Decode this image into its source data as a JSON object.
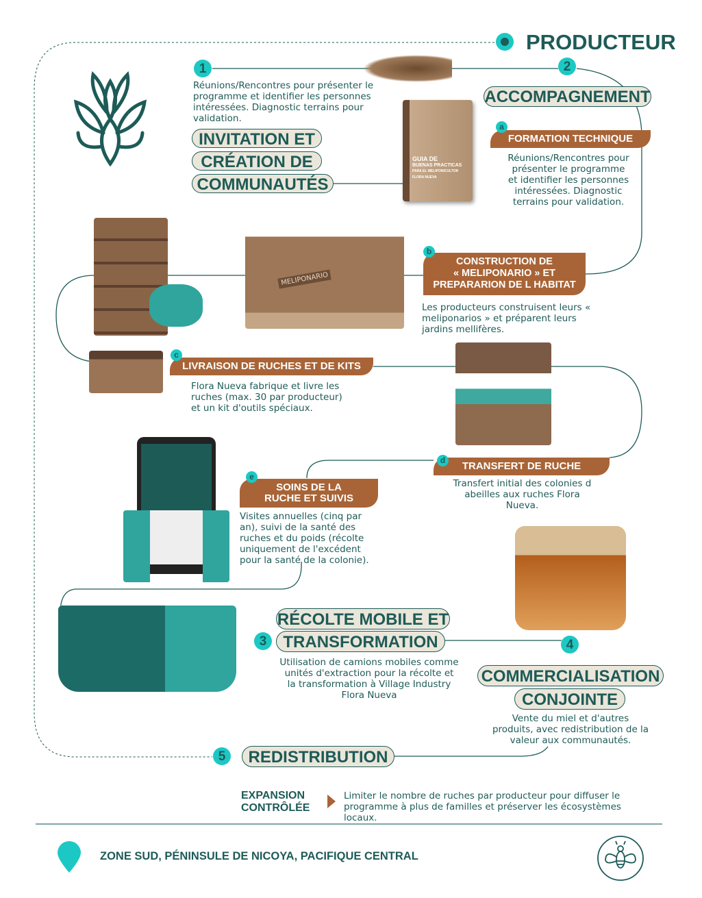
{
  "header": {
    "title": "PRODUCTEUR"
  },
  "steps": [
    {
      "number": "1",
      "title_lines": [
        "INVITATION ET",
        "CRÉATION DE",
        "COMMUNAUTÉS"
      ],
      "description": "Réunions/Rencontres pour présenter le programme et identifier les personnes intéressées. Diagnostic terrains pour validation."
    },
    {
      "number": "2",
      "title_lines": [
        "ACCOMPAGNEMENT"
      ],
      "substeps": [
        {
          "letter": "a",
          "title": "FORMATION TECHNIQUE",
          "description": "Réunions/Rencontres pour présenter le programme et identifier les personnes intéressées. Diagnostic terrains pour validation."
        },
        {
          "letter": "b",
          "title_lines": [
            "CONSTRUCTION DE",
            "« MELIPONARIO » ET",
            "PREPARARION DE L HABITAT"
          ],
          "description": "Les producteurs construisent leurs « meliponarios » et préparent leurs jardins mellifères."
        },
        {
          "letter": "c",
          "title": "LIVRAISON DE RUCHES ET DE KITS",
          "description": "Flora Nueva fabrique et livre les ruches (max. 30 par producteur) et un kit d'outils spéciaux."
        },
        {
          "letter": "d",
          "title": "TRANSFERT DE RUCHE",
          "description": "Transfert initial des colonies d abeilles aux ruches Flora Nueva."
        },
        {
          "letter": "e",
          "title_lines": [
            "SOINS DE LA",
            "RUCHE ET SUIVIS"
          ],
          "description": "Visites annuelles (cinq par an), suivi de la santé des ruches et du poids (récolte uniquement de l'excédent pour la santé de la colonie)."
        }
      ]
    },
    {
      "number": "3",
      "title_lines": [
        "RÉCOLTE MOBILE ET",
        "TRANSFORMATION"
      ],
      "description": "Utilisation de camions mobiles comme unités d'extraction pour la récolte et la transformation à Village Industry Flora Nueva"
    },
    {
      "number": "4",
      "title_lines": [
        "COMMERCIALISATION",
        "CONJOINTE"
      ],
      "description": "Vente du miel et d'autres produits, avec redistribution de la valeur aux communautés."
    },
    {
      "number": "5",
      "title_lines": [
        "REDISTRIBUTION"
      ]
    }
  ],
  "book": {
    "title_lines": [
      "GUIA DE",
      "BUENAS PRACTICAS",
      "PARA EL MELIPONICULTOR",
      "FLORA NUEVA"
    ]
  },
  "meliponario_sign": "MELIPONARIO",
  "expansion": {
    "label_lines": [
      "EXPANSION",
      "CONTRÔLÉE"
    ],
    "text": "Limiter le nombre de ruches par producteur pour diffuser le programme à plus de familles et préserver les écosystèmes locaux."
  },
  "footer": {
    "location": "ZONE SUD, PÉNINSULE DE NICOYA, PACIFIQUE CENTRAL"
  },
  "colors": {
    "dark_teal": "#1d5b57",
    "accent_teal": "#1cc8c4",
    "brown": "#a86437",
    "pill_bg": "#ebe6da",
    "divider": "#7fa8a5"
  },
  "icons": [
    "location-pin-icon",
    "bee-icon",
    "flora-nueva-logo",
    "arrow-right-icon"
  ]
}
